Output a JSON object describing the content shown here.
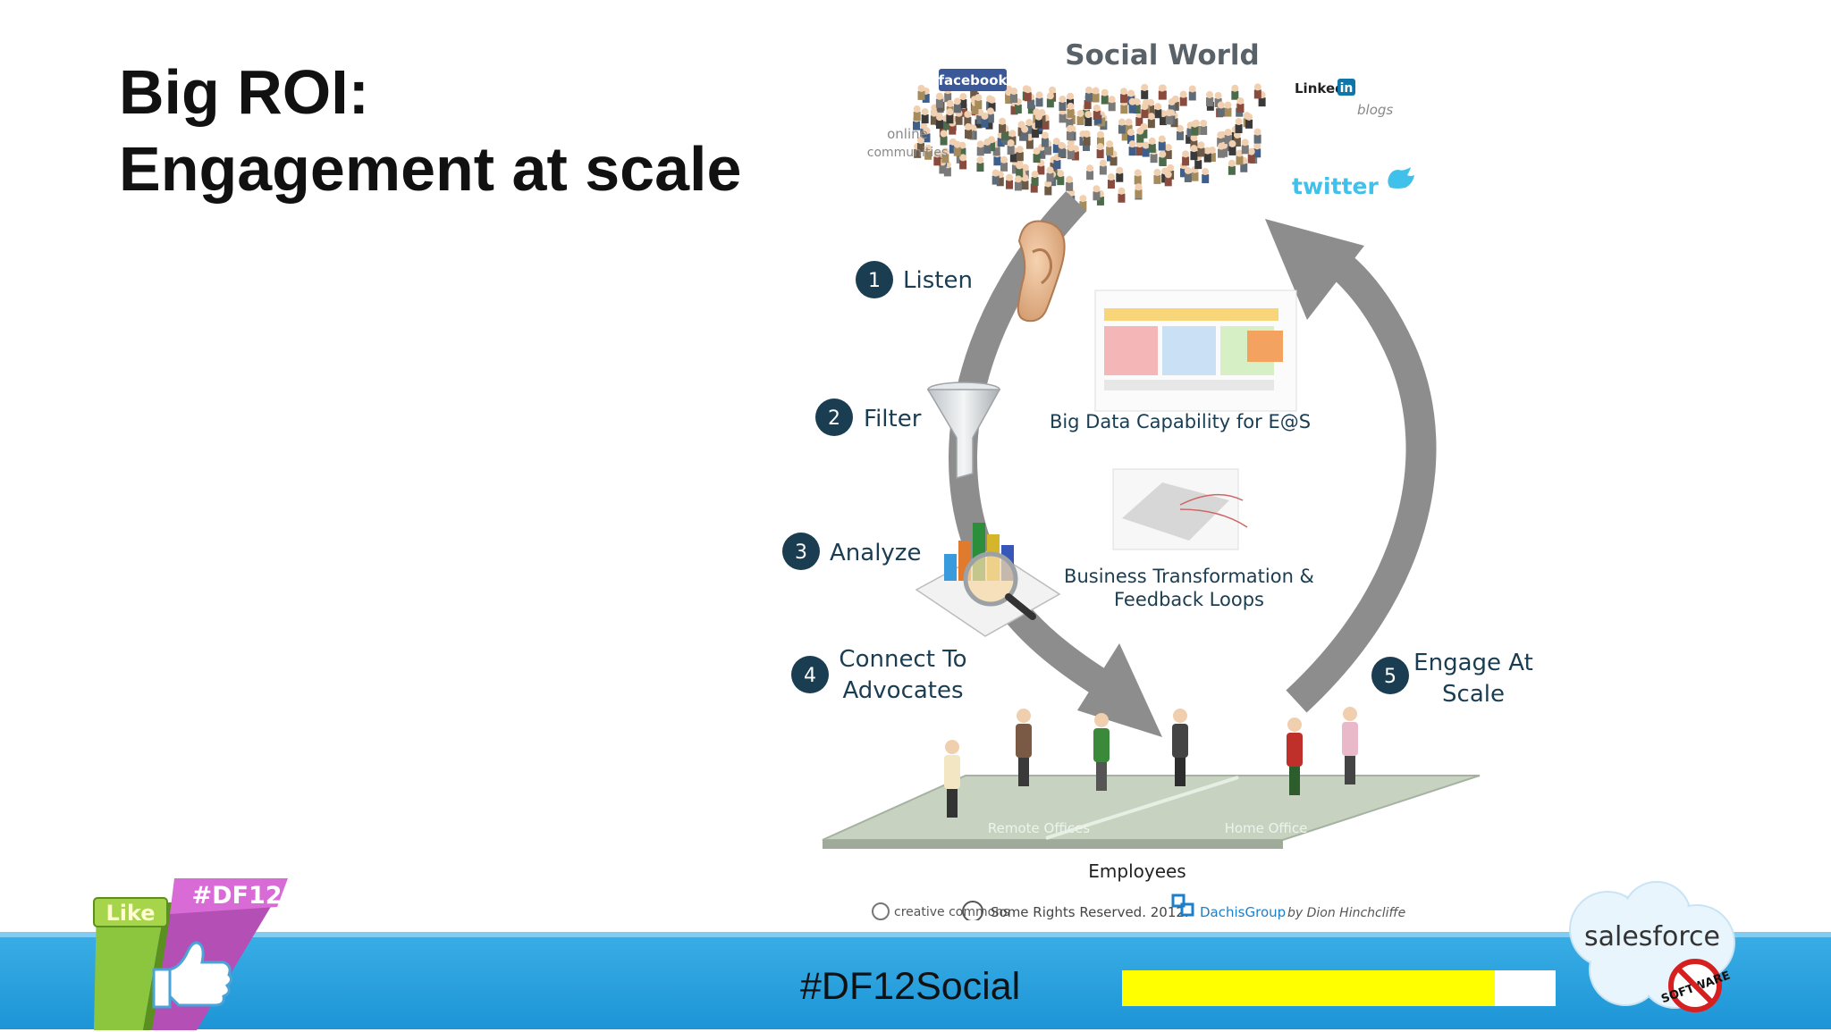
{
  "slide": {
    "title_line1": "Big ROI:",
    "title_line2": "Engagement at scale"
  },
  "diagram": {
    "top_label": "Social World",
    "networks": [
      "facebook",
      "Linked",
      "in",
      "blogs",
      "online",
      "communities",
      "twitter"
    ],
    "steps": [
      {
        "num": "1",
        "label": "Listen"
      },
      {
        "num": "2",
        "label": "Filter"
      },
      {
        "num": "3",
        "label": "Analyze"
      },
      {
        "num": "4",
        "label_line1": "Connect To",
        "label_line2": "Advocates"
      },
      {
        "num": "5",
        "label_line1": "Engage At",
        "label_line2": "Scale"
      }
    ],
    "center_labels": {
      "big_data": "Big Data Capability for E@S",
      "transformation_line1": "Business Transformation &",
      "transformation_line2": "Feedback Loops"
    },
    "platform": {
      "remote": "Remote Offices",
      "home": "Home Office",
      "employees": "Employees"
    },
    "credit": {
      "cc": "creative commons",
      "rights": "Some Rights Reserved. 2012.",
      "dachis": "DachisGroup",
      "author": "by Dion Hinchcliffe"
    },
    "colors": {
      "step_circle": "#1a3d52",
      "arrow": "#8b8b8b",
      "platform": "#c5d2bf"
    }
  },
  "footer": {
    "hashtag": "#DF12Social",
    "progress": 0.86,
    "progress_color": "#ffff00",
    "badge": "#DF12",
    "like": "Like",
    "brand": "salesforce",
    "stamp": "SOFTWARE"
  }
}
